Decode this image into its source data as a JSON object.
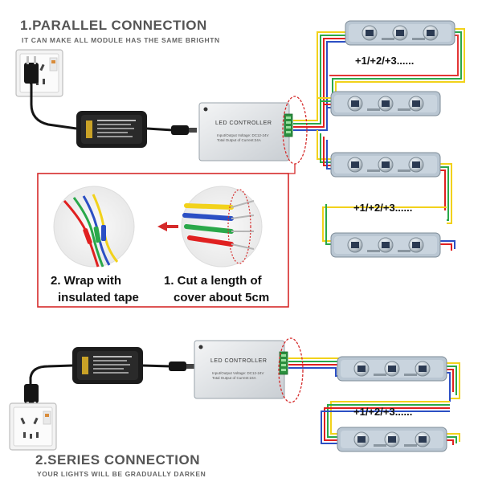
{
  "parallel": {
    "title": "1.PARALLEL CONNECTION",
    "subtitle": "IT CAN MAKE ALL MODULE HAS THE SAME BRIGHTN",
    "sequence_upper": "+1/+2/+3......",
    "sequence_lower": "+1/+2/+3......"
  },
  "series": {
    "title": "2.SERIES CONNECTION",
    "subtitle": "YOUR LIGHTS WILL BE GRADUALLY DARKEN",
    "sequence": "+1/+2/+3......"
  },
  "controller": {
    "label": "LED CONTROLLER",
    "spec_line1": "Input/Output Voltage: DC12-24V",
    "spec_line2": "Total Output of Current:24A"
  },
  "instructions": {
    "step1_line1": "1. Cut a length of",
    "step1_line2": "cover about 5cm",
    "step2_line1": "2. Wrap with",
    "step2_line2": "insulated tape"
  },
  "colors": {
    "wire_yellow": "#f2d21b",
    "wire_green": "#2aa84a",
    "wire_red": "#e02020",
    "wire_blue": "#2b4fc4",
    "callout_red": "#d52a2a",
    "module_body": "#b9c6d2"
  }
}
